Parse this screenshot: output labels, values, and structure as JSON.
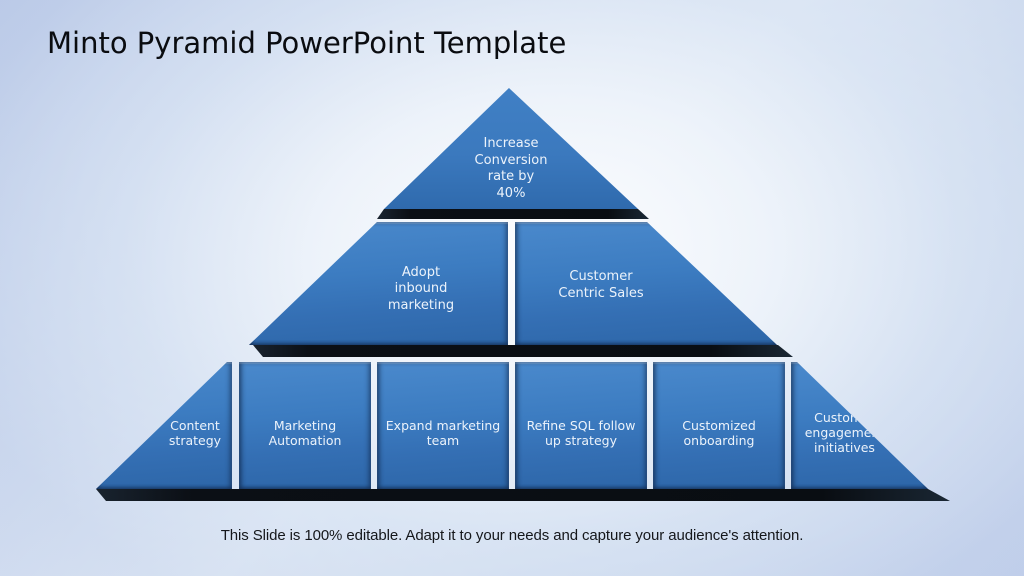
{
  "slide": {
    "title": "Minto Pyramid PowerPoint Template",
    "footer": "This Slide is 100% editable. Adapt it to your needs and capture your audience's attention."
  },
  "pyramid": {
    "top": {
      "label": "Increase\nConversion\nrate by\n40%"
    },
    "middle": [
      {
        "label": "Adopt\ninbound\nmarketing"
      },
      {
        "label": "Customer\nCentric Sales"
      }
    ],
    "bottom": [
      {
        "label": "Content\nstrategy"
      },
      {
        "label": "Marketing\nAutomation"
      },
      {
        "label": "Expand marketing\nteam"
      },
      {
        "label": "Refine SQL follow\nup strategy"
      },
      {
        "label": "Customized\nonboarding"
      },
      {
        "label": "Customer\nengagement\ninitiatives"
      }
    ]
  },
  "colors": {
    "block_blue_light": "#4a89cc",
    "block_blue_dark": "#2d66a8",
    "shadow_band": "#0b0f15",
    "background_edge": "#bfcdea",
    "background_center": "#f4f7fb",
    "text_on_blue": "#ecf3fb",
    "title_text": "#0a0c10"
  }
}
